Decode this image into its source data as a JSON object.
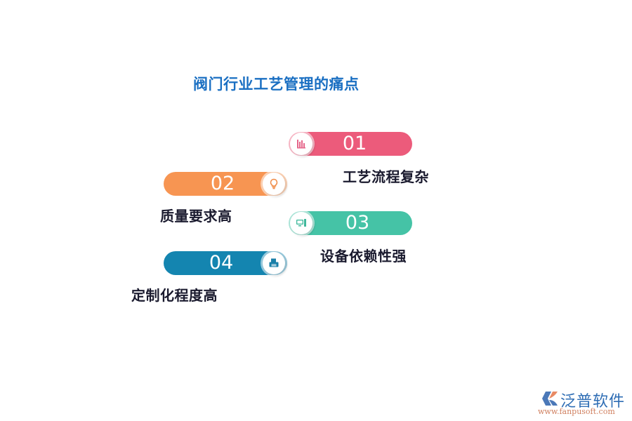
{
  "title": "阀门行业工艺管理的痛点",
  "items": [
    {
      "number": "01",
      "label": "工艺流程复杂",
      "color": "#ec5b7b",
      "icon": "bar-chart-icon"
    },
    {
      "number": "02",
      "label": "质量要求高",
      "color": "#f79552",
      "icon": "lightbulb-icon"
    },
    {
      "number": "03",
      "label": "设备依赖性强",
      "color": "#45c3a6",
      "icon": "computer-icon"
    },
    {
      "number": "04",
      "label": "定制化程度高",
      "color": "#1485b0",
      "icon": "printer-icon"
    }
  ],
  "logo": {
    "name": "泛普软件",
    "url": "www.fanpusoft.com"
  }
}
